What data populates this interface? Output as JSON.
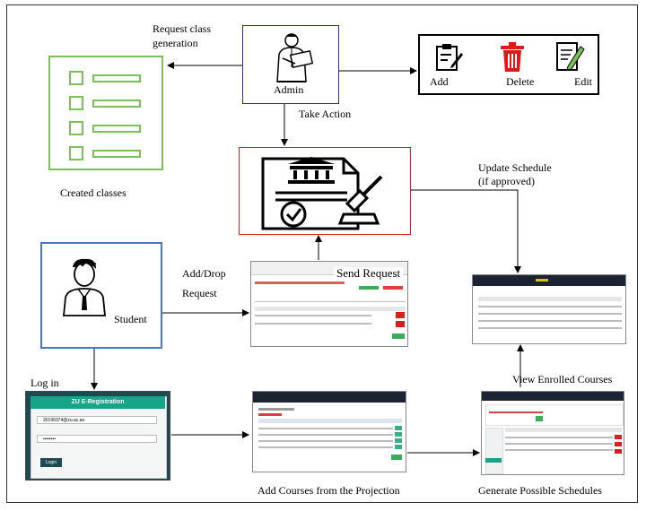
{
  "labels": {
    "request_class": "Request class",
    "generation": "generation",
    "admin": "Admin",
    "take_action": "Take Action",
    "add": "Add",
    "delete": "Delete",
    "edit": "Edit",
    "created_classes": "Created classes",
    "update_schedule": "Update Schedule",
    "if_approved": "(if approved)",
    "add_drop": "Add/Drop",
    "request": "Request",
    "send_request": "Send Request",
    "student": "Student",
    "log_in": "Log in",
    "view_enrolled": "View Enrolled Courses",
    "add_courses": "Add Courses from the Projection",
    "generate_schedules": "Generate Possible Schedules"
  },
  "login": {
    "title": "ZU E-Registration",
    "email": "20190374@zu.ac.ae",
    "password": "••••••••",
    "button": "Login"
  },
  "colors": {
    "admin_border": "#2b2bb8",
    "created_border": "#7cc05a",
    "action_border": "#d62020",
    "student_border": "#4a78c8",
    "delete_red": "#e01818",
    "login_bg": "#1f4a52",
    "login_header": "#17a589",
    "nav_dark": "#1c2433"
  },
  "icons": [
    "admin-person-icon",
    "student-person-icon",
    "clipboard-add-icon",
    "trash-delete-icon",
    "document-edit-icon",
    "document-approval-icon",
    "checklist-icon"
  ]
}
